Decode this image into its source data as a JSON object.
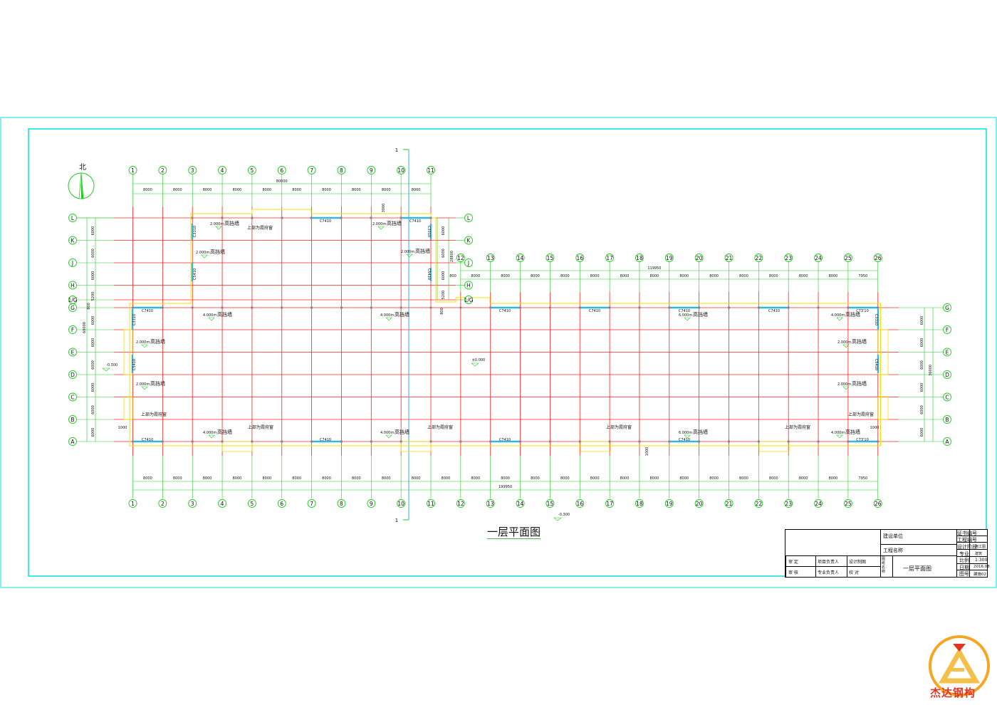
{
  "north_label": "北",
  "section_mark": "1",
  "axes": {
    "left_top": [
      "1",
      "2",
      "3",
      "4",
      "5",
      "6",
      "7",
      "8",
      "9",
      "10",
      "11"
    ],
    "right_top": [
      "12",
      "13",
      "14",
      "15",
      "16",
      "17",
      "18",
      "19",
      "20",
      "21",
      "22",
      "23",
      "24",
      "25",
      "26"
    ],
    "bottom": [
      "1",
      "2",
      "3",
      "4",
      "5",
      "6",
      "7",
      "8",
      "9",
      "10",
      "11",
      "12",
      "13",
      "14",
      "15",
      "16",
      "17",
      "18",
      "19",
      "20",
      "21",
      "22",
      "23",
      "24",
      "25",
      "26"
    ],
    "rows_left": [
      "L",
      "K",
      "J",
      "H",
      "1/G",
      "G",
      "F",
      "E",
      "D",
      "C",
      "B",
      "A"
    ],
    "rows_mid": [
      "L",
      "K",
      "J",
      "H",
      "1/G"
    ],
    "rows_right": [
      "G",
      "F",
      "E",
      "D",
      "C",
      "B",
      "A"
    ]
  },
  "dimensions": {
    "top_bay": "8000",
    "top_total": "80000",
    "mid_total": "119950",
    "last_bay": "7950",
    "bottom_total": "199950",
    "row_bay": "6000",
    "row_small": "5200",
    "row_total_left": "60000",
    "row_total_mid": "28800",
    "row_total_right": "36000",
    "small_800": "800",
    "small_1000": "1000",
    "small_3000": "3000"
  },
  "annotations": {
    "wall_2": "2.000m",
    "wall_4": "4.000m",
    "wall_6": "6.000m",
    "high_wall": "高挡墙",
    "upper_window": "上部为霞府窗",
    "level_minus": "-0.300",
    "level_zero": "±0.000",
    "win_c7410": "C7410",
    "win_c3310": "C3310",
    "win_c5410": "C5410",
    "win_c7310": "C73'10"
  },
  "drawing_title": "一层平面图",
  "title_block": {
    "build_unit": "建设单位",
    "project_name": "工程名称",
    "cert_no": "证书编号",
    "project_no": "工程编号",
    "design_stage": "设计阶段",
    "design_stage_val": "施工图",
    "major": "专业",
    "major_val": "建筑",
    "scale": "比例",
    "scale_val": "1:300",
    "date": "日期",
    "date_val": "2016.08",
    "drawing_no": "图号",
    "drawing_no_val": "建施02",
    "approve": "审 定",
    "review": "审 核",
    "project_lead": "项目负责人",
    "major_lead": "专业负责人",
    "design": "设计制图",
    "check": "校 对",
    "drawing_name_label": "图纸名称",
    "drawing_name": "一层平面图"
  },
  "logo_text": "杰达钢构",
  "colors": {
    "grid_red": "#ff2020",
    "axis_green": "#22cc22",
    "frame_cyan": "#00e0e0",
    "wall_yellow": "#f5e000",
    "window_blue": "#33b5e5",
    "logo_red": "#e03424",
    "logo_orange": "#f5a623"
  }
}
